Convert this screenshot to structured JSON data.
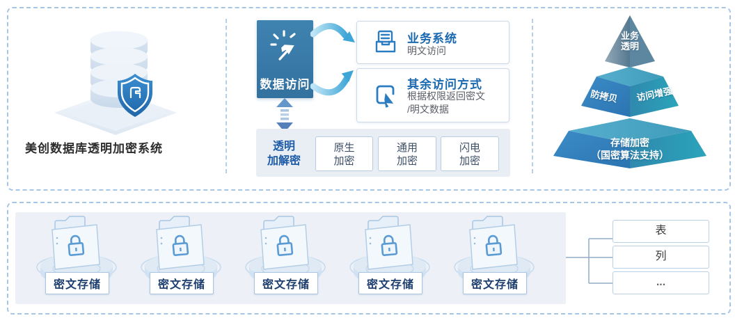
{
  "colors": {
    "accent_blue": "#2b7cc0",
    "brand_shield_blue": "#2b7ec4",
    "access_box_blue": "#3a7ca9",
    "teal": "#2aa3b8",
    "dashed_border": "#a6c6e6",
    "panel_bg": "#e9eef5",
    "storage_panel_bg": "#edf1f7",
    "title_blue": "#1a69b0",
    "dark_navy_text": "#1d3e6e"
  },
  "top_section": {
    "product": {
      "title": "美创数据库透明加密系统"
    },
    "flow": {
      "access_label": "数据访问",
      "targets": [
        {
          "title": "业务系统",
          "desc": "明文访问"
        },
        {
          "title": "其余访问方式",
          "desc": "根据权限返回密文\n/明文数据"
        }
      ],
      "encrypt_panel": {
        "label": "透明\n加解密",
        "methods": [
          {
            "label": "原生\n加密"
          },
          {
            "label": "通用\n加密"
          },
          {
            "label": "闪电\n加密"
          }
        ]
      }
    },
    "pyramid": {
      "tier_top": "业务\n透明",
      "tier_mid_left": "防拷贝",
      "tier_mid_right": "访问增强",
      "tier_bottom": "存储加密\n（国密算法支持）"
    }
  },
  "bottom_section": {
    "storage_label": "密文存储",
    "granularity": [
      {
        "label": "表"
      },
      {
        "label": "列"
      },
      {
        "label": "..."
      }
    ]
  }
}
